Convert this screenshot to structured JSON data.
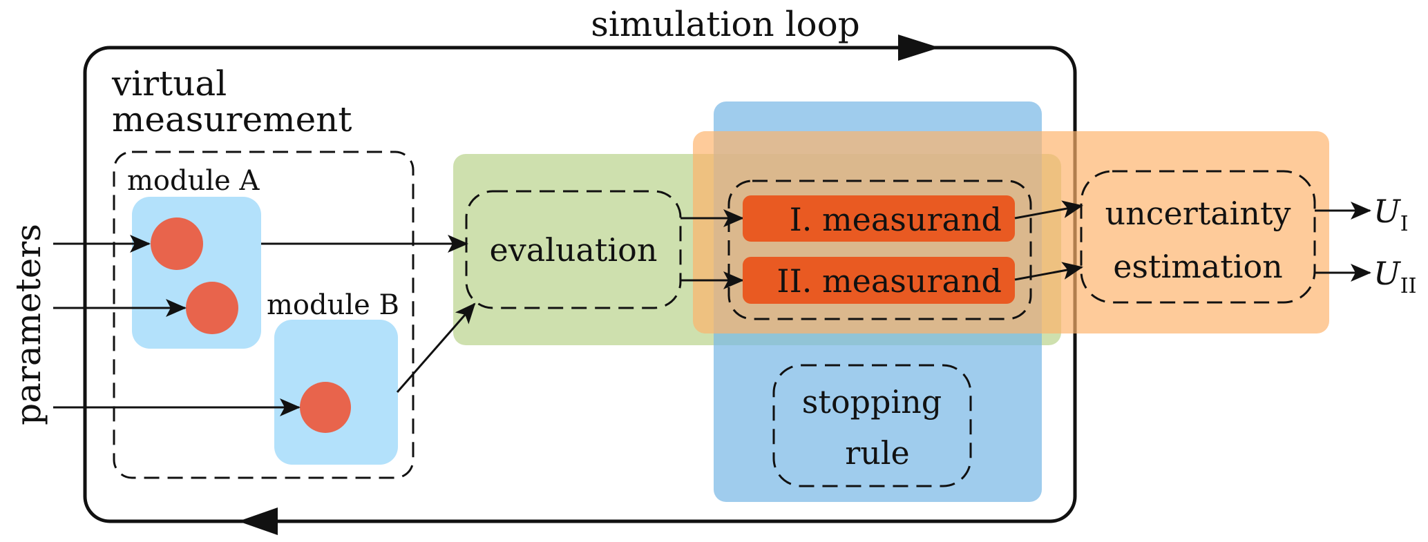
{
  "title": "simulation loop",
  "input_label": "parameters",
  "virtual_measurement": {
    "label_line1": "virtual",
    "label_line2": "measurement",
    "module_a": "module A",
    "module_b": "module B"
  },
  "evaluation": "evaluation",
  "measurands": [
    "I. measurand",
    "II. measurand"
  ],
  "stopping_rule": {
    "line1": "stopping",
    "line2": "rule"
  },
  "uncertainty_estimation": {
    "line1": "uncertainty",
    "line2": "estimation"
  },
  "outputs": [
    {
      "symbol": "U",
      "subscript": "I"
    },
    {
      "symbol": "U",
      "subscript": "II"
    }
  ],
  "colors": {
    "module_fill": "#b3e1fb",
    "node_fill": "#e8644c",
    "evaluation_region": "#c5daa0",
    "stopping_region": "#9ccbee",
    "uncertainty_region": "#fec38f",
    "measurand_fill": "#e95a22"
  }
}
